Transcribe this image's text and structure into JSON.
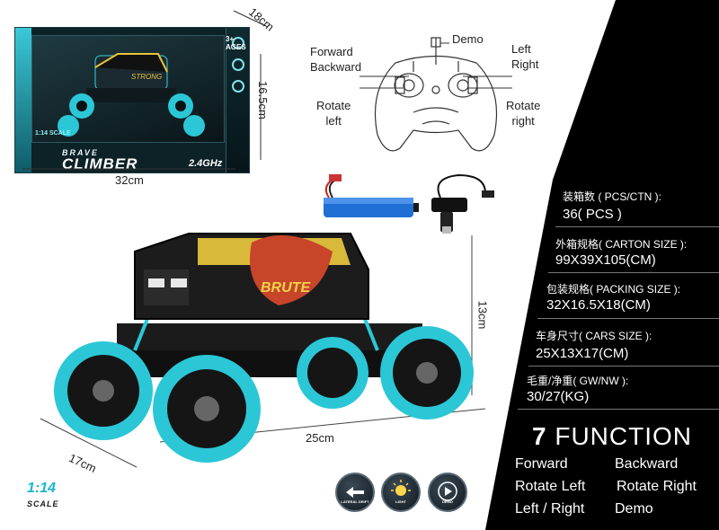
{
  "product_box": {
    "series": "BRAVE",
    "name": "CLIMBER",
    "frequency": "2.4GHz",
    "scale": "1:14 SCALE",
    "age": "3+ AGES",
    "dim_depth": "18cm",
    "dim_height": "16.5cm",
    "dim_width": "32cm"
  },
  "remote_controls": {
    "forward_backward": "Forward\nBackward",
    "demo": "Demo",
    "left_right": "Left\nRight",
    "rotate_left": "Rotate\nleft",
    "rotate_right": "Rotate\nright"
  },
  "car": {
    "decal_text": "BRUTE",
    "height": "13cm",
    "length": "25cm",
    "width": "17cm"
  },
  "scale_badge": {
    "ratio": "1:14",
    "label": "SCALE"
  },
  "specs": [
    {
      "label": "装箱数 ( PCS/CTN ):",
      "value": "36( PCS )"
    },
    {
      "label": "外箱规格( CARTON SIZE ):",
      "value": "99X39X105(CM)"
    },
    {
      "label": "包装规格( PACKING SIZE ):",
      "value": "32X16.5X18(CM)"
    },
    {
      "label": "车身尺寸( CARS SIZE ):",
      "value": "25X13X17(CM)"
    },
    {
      "label": "毛重/净重( GW/NW ):",
      "value": "30/27(KG)"
    }
  ],
  "functions": {
    "count": "7",
    "title": "FUNCTION",
    "items": [
      "Forward",
      "Backward",
      "Rotate Left",
      "Rotate Right",
      "Left / Right",
      "Demo"
    ]
  },
  "function_icons": [
    {
      "name": "LATERAL DRIFT",
      "icon": "drift-icon"
    },
    {
      "name": "LIGHT",
      "icon": "light-icon"
    },
    {
      "name": "DEMO",
      "icon": "play-icon"
    }
  ],
  "colors": {
    "accent": "#17b7c9",
    "panel": "#000000"
  }
}
